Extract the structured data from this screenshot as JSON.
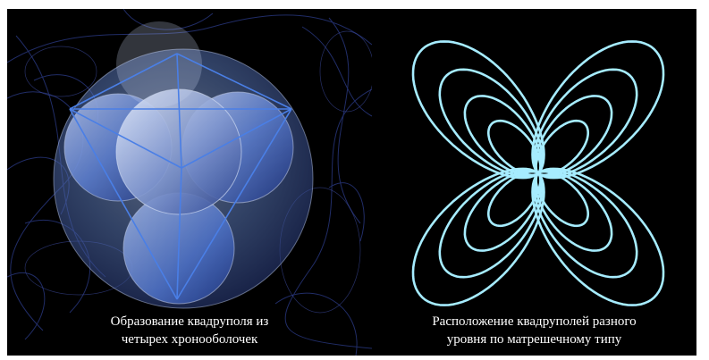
{
  "figure": {
    "left": {
      "caption_line1": "Образование квадруполя из",
      "caption_line2": "четырех хронооболочек",
      "colors": {
        "background": "#000000",
        "sphere": "#5f8fe0",
        "edges": "#4a7fe6",
        "swirl": "#2c3c8a"
      }
    },
    "right": {
      "caption_line1": "Расположение квадруполей разного",
      "caption_line2": "уровня по матрешечному типу",
      "colors": {
        "background": "#000000",
        "loops": "#a6ecff"
      }
    }
  }
}
